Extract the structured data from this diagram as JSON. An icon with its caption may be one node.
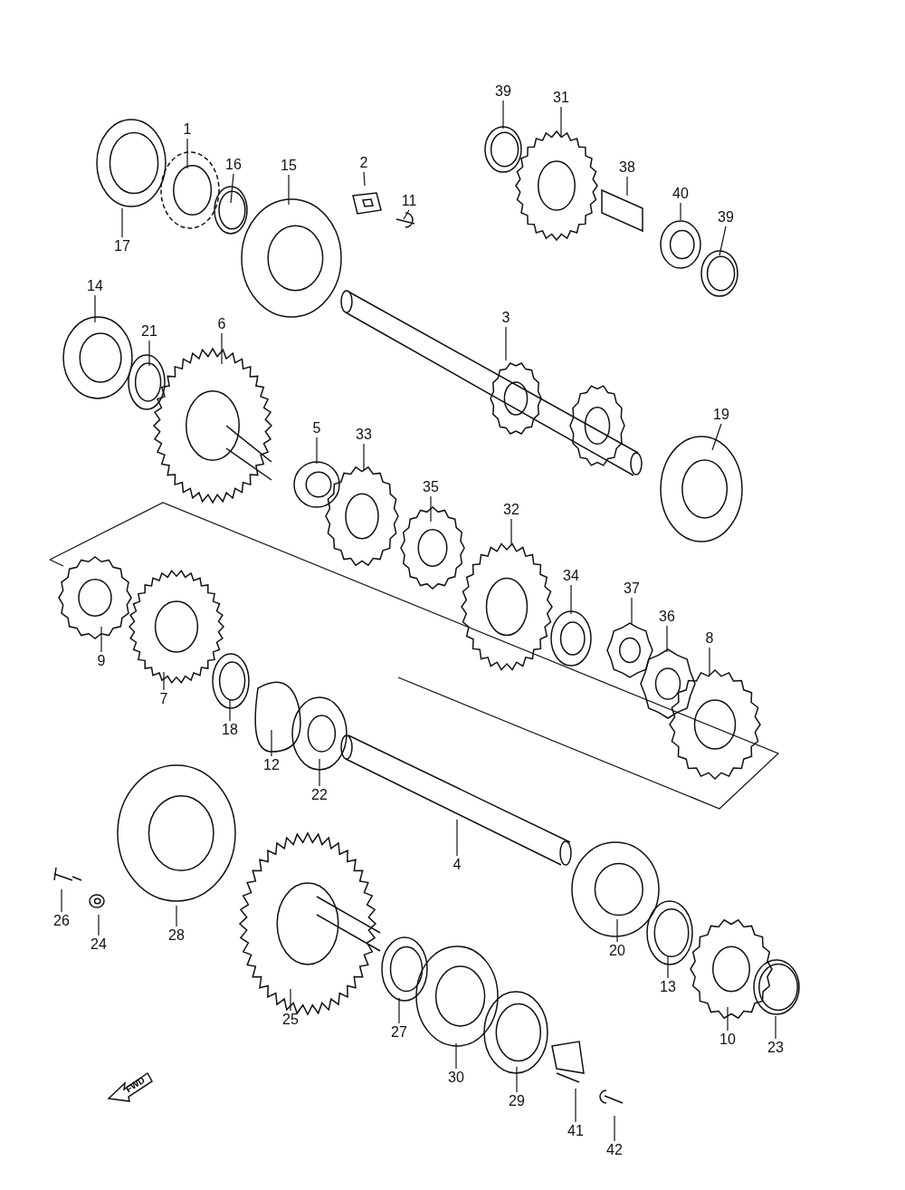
{
  "diagram": {
    "nodes": [
      {
        "text": [
          "1"
        ]
      },
      {
        "text": [
          "17"
        ]
      },
      {
        "text": [
          "16"
        ]
      },
      {
        "text": [
          "15"
        ]
      },
      {
        "text": [
          "2"
        ]
      },
      {
        "text": [
          "11"
        ]
      },
      {
        "text": [
          "39"
        ]
      },
      {
        "text": [
          "31"
        ]
      },
      {
        "text": [
          "38"
        ]
      },
      {
        "text": [
          "40"
        ]
      },
      {
        "text": [
          "39"
        ]
      },
      {
        "text": [
          "14"
        ]
      },
      {
        "text": [
          "21"
        ]
      },
      {
        "text": [
          "6"
        ]
      },
      {
        "text": [
          "3"
        ]
      },
      {
        "text": [
          "5"
        ]
      },
      {
        "text": [
          "33"
        ]
      },
      {
        "text": [
          "19"
        ]
      },
      {
        "text": [
          "35"
        ]
      },
      {
        "text": [
          "32"
        ]
      },
      {
        "text": [
          "34"
        ]
      },
      {
        "text": [
          "37"
        ]
      },
      {
        "text": [
          "36"
        ]
      },
      {
        "text": [
          "8"
        ]
      },
      {
        "text": [
          "9"
        ]
      },
      {
        "text": [
          "7"
        ]
      },
      {
        "text": [
          "18"
        ]
      },
      {
        "text": [
          "12"
        ]
      },
      {
        "text": [
          "22"
        ]
      },
      {
        "text": [
          "4"
        ]
      },
      {
        "text": [
          "26"
        ]
      },
      {
        "text": [
          "24"
        ]
      },
      {
        "text": [
          "28"
        ]
      },
      {
        "text": [
          "25"
        ]
      },
      {
        "text": [
          "27"
        ]
      },
      {
        "text": [
          "30"
        ]
      },
      {
        "text": [
          "20"
        ]
      },
      {
        "text": [
          "13"
        ]
      },
      {
        "text": [
          "10"
        ]
      },
      {
        "text": [
          "23"
        ]
      },
      {
        "text": [
          "29"
        ]
      },
      {
        "text": [
          "41"
        ]
      },
      {
        "text": [
          "42"
        ]
      }
    ],
    "edges": [
      {
        "from": 0,
        "to": null,
        "arrow": "none"
      },
      {
        "from": 1,
        "to": null,
        "arrow": "none"
      },
      {
        "from": 2,
        "to": null,
        "arrow": "none"
      },
      {
        "from": 3,
        "to": null,
        "arrow": "none"
      },
      {
        "from": 4,
        "to": null,
        "arrow": "none"
      },
      {
        "from": 5,
        "to": null,
        "arrow": "none"
      },
      {
        "from": 6,
        "to": null,
        "arrow": "none"
      },
      {
        "from": 7,
        "to": null,
        "arrow": "none"
      },
      {
        "from": 8,
        "to": null,
        "arrow": "none"
      },
      {
        "from": 9,
        "to": null,
        "arrow": "none"
      },
      {
        "from": 10,
        "to": null,
        "arrow": "none"
      },
      {
        "from": 11,
        "to": null,
        "arrow": "none"
      },
      {
        "from": 12,
        "to": null,
        "arrow": "none"
      },
      {
        "from": 13,
        "to": null,
        "arrow": "none"
      },
      {
        "from": 14,
        "to": null,
        "arrow": "none"
      },
      {
        "from": 15,
        "to": null,
        "arrow": "none"
      },
      {
        "from": 16,
        "to": null,
        "arrow": "none"
      },
      {
        "from": 17,
        "to": null,
        "arrow": "none"
      },
      {
        "from": 18,
        "to": null,
        "arrow": "none"
      },
      {
        "from": 19,
        "to": null,
        "arrow": "none"
      },
      {
        "from": 20,
        "to": null,
        "arrow": "none"
      },
      {
        "from": 21,
        "to": null,
        "arrow": "none"
      },
      {
        "from": 22,
        "to": null,
        "arrow": "none"
      },
      {
        "from": 23,
        "to": null,
        "arrow": "none"
      },
      {
        "from": 24,
        "to": null,
        "arrow": "none"
      },
      {
        "from": 25,
        "to": null,
        "arrow": "none"
      },
      {
        "from": 26,
        "to": null,
        "arrow": "none"
      },
      {
        "from": 27,
        "to": null,
        "arrow": "none"
      },
      {
        "from": 28,
        "to": null,
        "arrow": "none"
      },
      {
        "from": 29,
        "to": null,
        "arrow": "none"
      },
      {
        "from": 30,
        "to": null,
        "arrow": "none"
      },
      {
        "from": 31,
        "to": null,
        "arrow": "none"
      },
      {
        "from": 32,
        "to": null,
        "arrow": "none"
      },
      {
        "from": 33,
        "to": null,
        "arrow": "none"
      },
      {
        "from": 34,
        "to": null,
        "arrow": "none"
      },
      {
        "from": 35,
        "to": null,
        "arrow": "none"
      },
      {
        "from": 36,
        "to": null,
        "arrow": "none"
      },
      {
        "from": 37,
        "to": null,
        "arrow": "none"
      },
      {
        "from": 38,
        "to": null,
        "arrow": "none"
      },
      {
        "from": 39,
        "to": null,
        "arrow": "none"
      },
      {
        "from": 40,
        "to": null,
        "arrow": "none"
      },
      {
        "from": 41,
        "to": null,
        "arrow": "none"
      },
      {
        "from": 42,
        "to": null,
        "arrow": "none"
      }
    ],
    "labels": [
      "FWD"
    ]
  }
}
